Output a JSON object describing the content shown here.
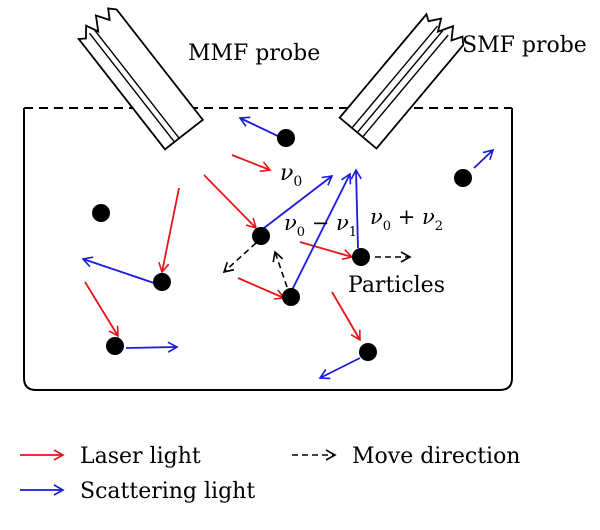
{
  "labels": {
    "mmf_probe": "MMF probe",
    "smf_probe": "SMF probe",
    "particles": "Particles",
    "nu0": {
      "base": "ν",
      "sub": "0"
    },
    "nu0_minus_nu1": {
      "a": "ν",
      "a_sub": "0",
      "op": " − ",
      "b": "ν",
      "b_sub": "1"
    },
    "nu0_plus_nu2": {
      "a": "ν",
      "a_sub": "0",
      "op": " + ",
      "b": "ν",
      "b_sub": "2"
    }
  },
  "legend": {
    "laser": "Laser light",
    "scattering": "Scattering light",
    "move": "Move direction"
  },
  "colors": {
    "laser": "#e8141b",
    "scattering": "#1a1adc",
    "move": "#000000",
    "particle": "#000000",
    "container": "#000000"
  }
}
